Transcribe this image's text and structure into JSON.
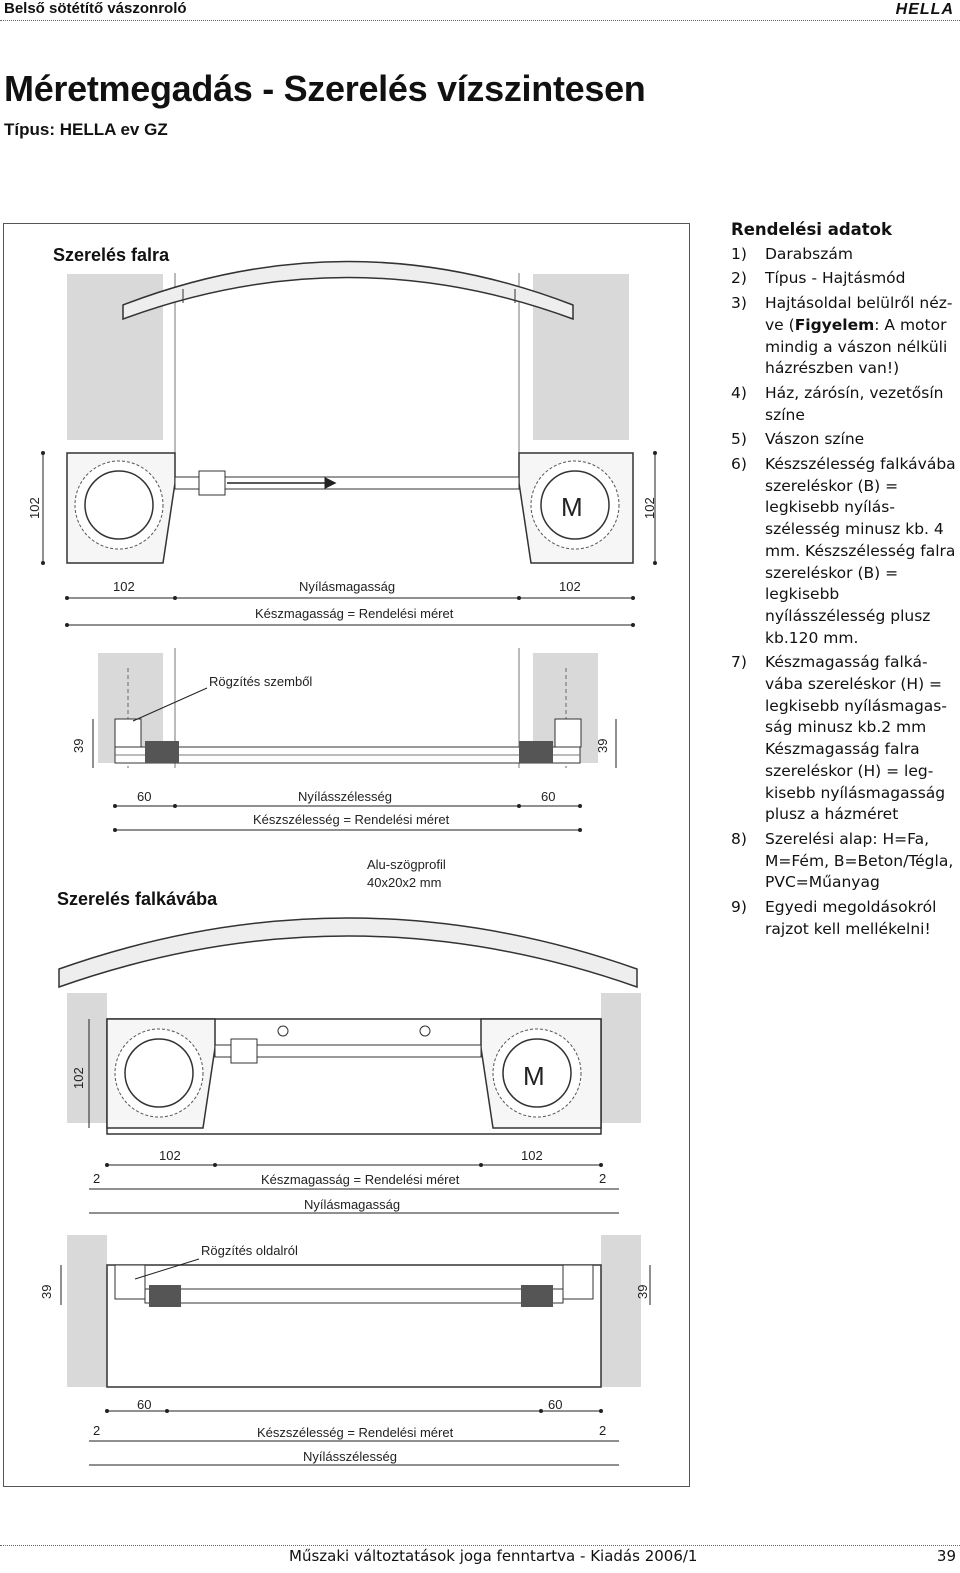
{
  "header": {
    "title": "Belső sötétítő vászonroló",
    "logo": "HELLA"
  },
  "page_title": "Méretmegadás - Szerelés vízszintesen",
  "subtitle": "Típus: HELLA ev GZ",
  "drawing": {
    "section_wall": "Szerelés falra",
    "section_reveal": "Szerelés falkávába",
    "motor_letter": "M",
    "dim_102": "102",
    "dim_39": "39",
    "dim_60": "60",
    "dim_2": "2",
    "nyilasmagassag": "Nyílásmagasság",
    "keszmagassag": "Készmagasság = Rendelési méret",
    "nyilasszelesseg": "Nyílásszélesség",
    "keszszelesseg": "Készszélesség = Rendelési méret",
    "rogzites_szembol": "Rögzítés szemből",
    "rogzites_oldalrol": "Rögzítés oldalról",
    "profil_line1": "Alu-szögprofil",
    "profil_line2": "40x20x2 mm"
  },
  "order": {
    "heading": "Rendelési adatok",
    "items": [
      {
        "n": "1)",
        "text": "Darabszám"
      },
      {
        "n": "2)",
        "text": "Típus - Hajtásmód"
      },
      {
        "n": "3)",
        "pre": "Hajtásoldal belülről néz­ve (",
        "bold": "Figyelem",
        "post": ": A motor mindig a vászon nélküli házrészben van!)"
      },
      {
        "n": "4)",
        "text": "Ház, zárósín, vezetősín színe"
      },
      {
        "n": "5)",
        "text": "Vászon színe"
      },
      {
        "n": "6)",
        "text": "Készszélesség falkávába szereléskor (B) = legkisebb nyílás­szélesség minusz kb. 4 mm. Készszélesség falra sze­reléskor (B) = legkisebb nyílásszélesség plusz kb.120 mm."
      },
      {
        "n": "7)",
        "text": "Készmagasság falká­vába szereléskor (H) = legkisebb nyílásmagas­ság minusz kb.2 mm Készmagasság falra szereléskor (H) = leg­kisebb nyílásmagasság plusz a házméret"
      },
      {
        "n": "8)",
        "text": "Szerelési alap: H=Fa, M=Fém, B=Beton/Tégla, PVC=Műanyag"
      },
      {
        "n": "9)",
        "text": "Egyedi megoldásokról rajzot kell mellékelni!"
      }
    ]
  },
  "footer": {
    "text": "Műszaki változtatások joga fenntartva - Kiadás 2006/1",
    "page": "39"
  }
}
